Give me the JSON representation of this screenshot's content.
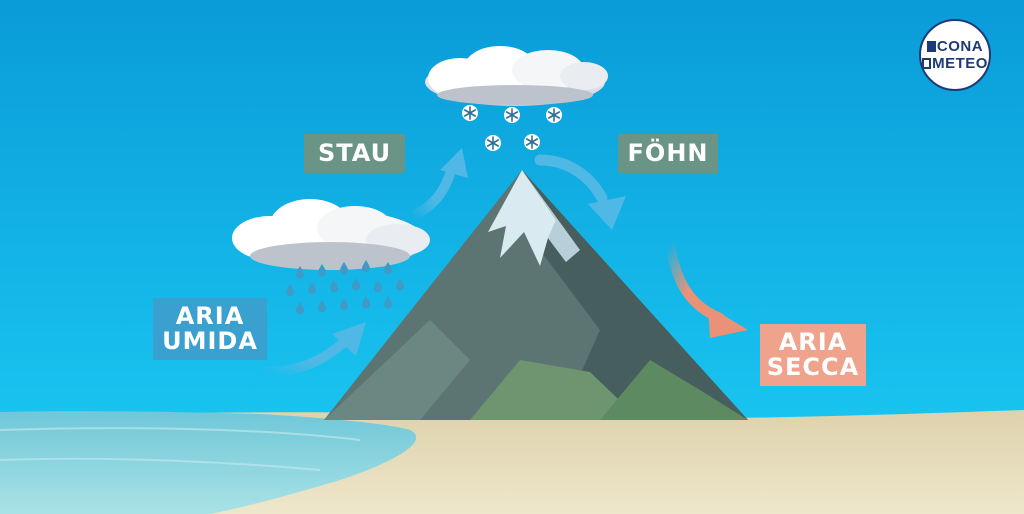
{
  "labels": {
    "stau": "STAU",
    "fohn": "FÖHN",
    "aria_umida": [
      "ARIA",
      "UMIDA"
    ],
    "aria_secca": [
      "ARIA",
      "SECCA"
    ]
  },
  "logo": {
    "line1": "CONA",
    "line2": "METEO"
  },
  "colors": {
    "sky_top": "#0a9bd8",
    "sky_bottom": "#1ccdf5",
    "label_green": "#6a9486",
    "label_blue": "#3aa0cf",
    "label_salmon": "#efa38c",
    "arrow_blue": "#4fb8e4",
    "arrow_salmon": "#ea9278",
    "sand": "#e7dcb8",
    "sea": "#7fd0dc",
    "logo_navy": "#1d3a78"
  }
}
